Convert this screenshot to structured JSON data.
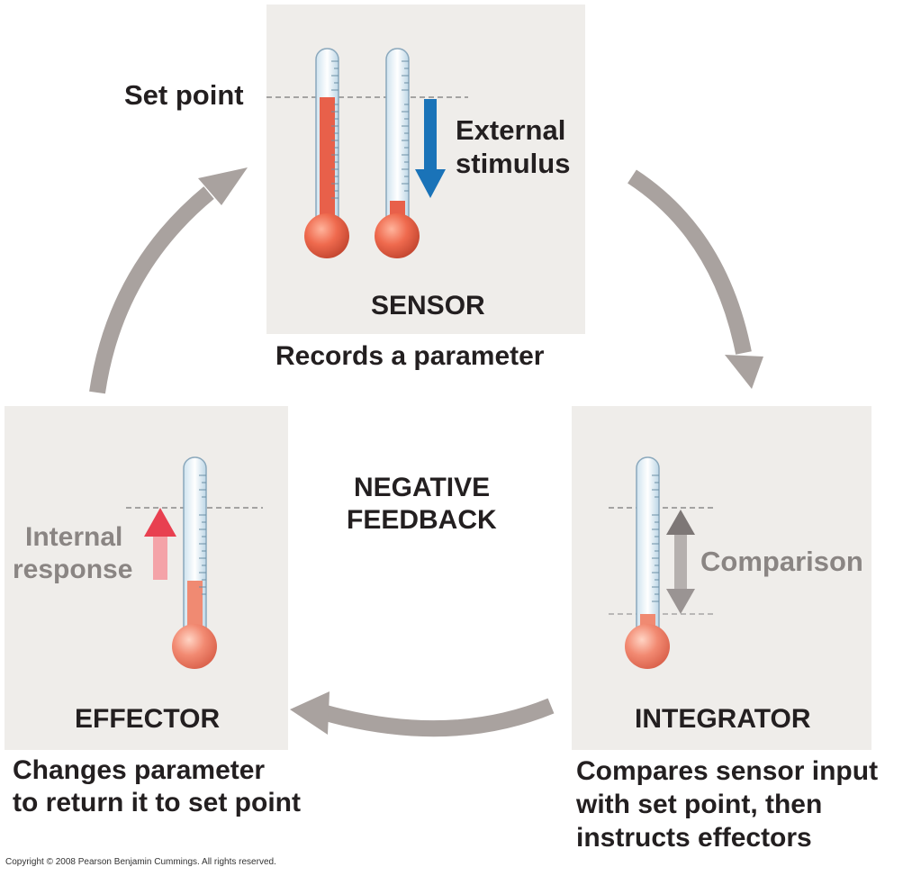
{
  "sensor": {
    "title": "SENSOR",
    "description": "Records a parameter",
    "set_point_label": "Set point",
    "stimulus_label_line1": "External",
    "stimulus_label_line2": "stimulus"
  },
  "center": {
    "line1": "NEGATIVE",
    "line2": "FEEDBACK"
  },
  "effector": {
    "title": "EFFECTOR",
    "response_line1": "Internal",
    "response_line2": "response",
    "description_line1": "Changes parameter",
    "description_line2": "to return it to set point"
  },
  "integrator": {
    "title": "INTEGRATOR",
    "comparison_label": "Comparison",
    "description_line1": "Compares sensor input",
    "description_line2": "with set point, then",
    "description_line3": "instructs effectors"
  },
  "copyright": "Copyright © 2008 Pearson Benjamin Cummings. All rights reserved.",
  "colors": {
    "panel": "#efedea",
    "mercury": "#e8604a",
    "stimulus_arrow": "#1a73b8",
    "response_arrow": "#e84050",
    "cycle_arrow": "#a9a29f",
    "comparison_arrow": "#7d7776"
  }
}
